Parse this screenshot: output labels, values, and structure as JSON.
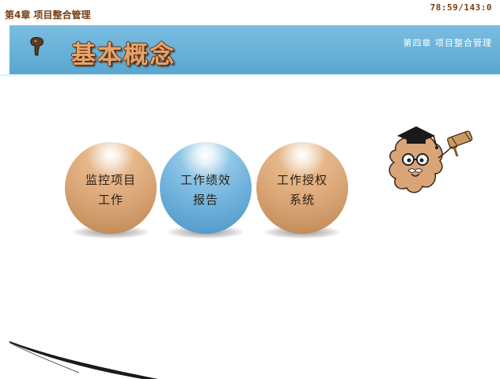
{
  "header": {
    "chapter": "第4章 项目整合管理",
    "timer": "78:59/143:0"
  },
  "banner": {
    "title": "基本概念",
    "subtitle": "第四章 项目整合管理"
  },
  "spheres": [
    {
      "line1": "监控项目",
      "line2": "工作",
      "color": "tan"
    },
    {
      "line1": "工作绩效",
      "line2": "报告",
      "color": "blue"
    },
    {
      "line1": "工作授权",
      "line2": "系统",
      "color": "tan"
    }
  ],
  "icons": {
    "banner_icon": "bowling-pin-icon",
    "mascot": "professor-mascot-with-gavel"
  },
  "colors": {
    "banner_blue": "#62aed6",
    "title_orange": "#e3a46d",
    "sphere_tan": "#d9a577",
    "sphere_blue": "#6fb2dc",
    "header_text": "#7a3d12"
  }
}
